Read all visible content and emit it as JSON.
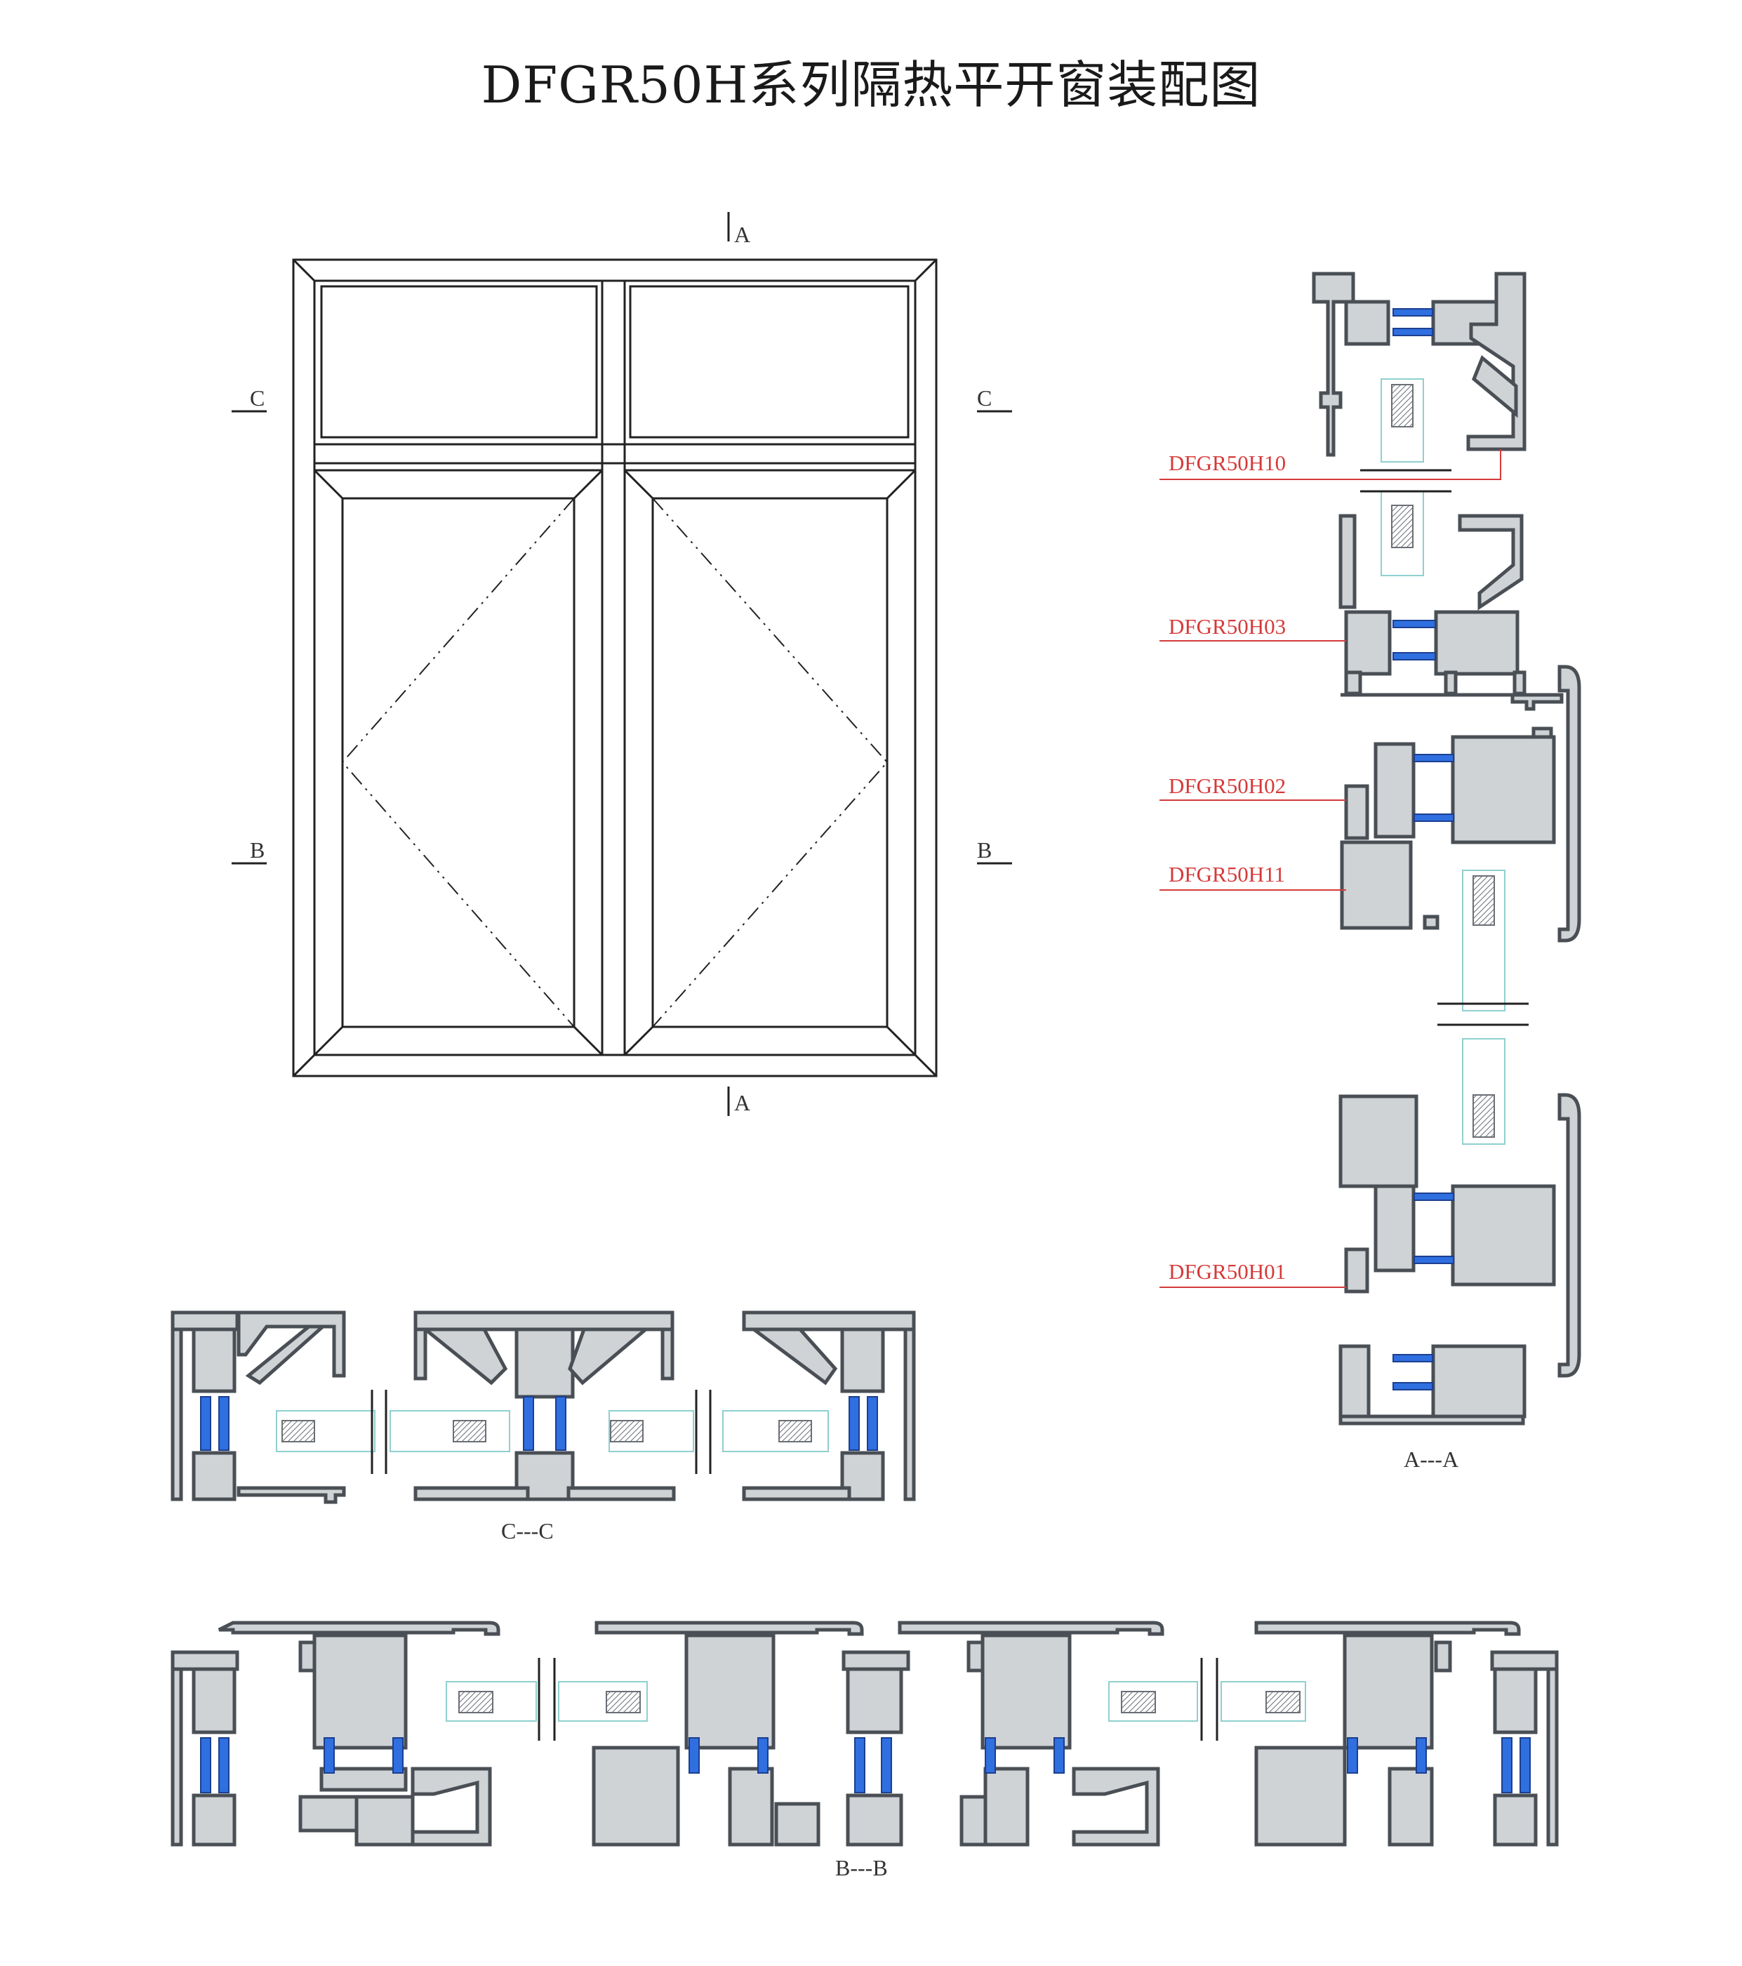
{
  "title": "DFGR50H系列隔热平开窗装配图",
  "section_marks": {
    "a": "A",
    "b": "B",
    "c": "C"
  },
  "profile_codes": [
    "DFGR50H10",
    "DFGR50H03",
    "DFGR50H02",
    "DFGR50H11",
    "DFGR50H01"
  ],
  "section_captions": {
    "aa": "A---A",
    "cc": "C---C",
    "bb": "B---B"
  },
  "colors": {
    "profile_fill": "#cfd3d6",
    "profile_stroke": "#4a4f55",
    "thermal_break": "#2f6fe0",
    "glass_line": "#8fd0cf",
    "leader_red": "#d63a3a"
  }
}
